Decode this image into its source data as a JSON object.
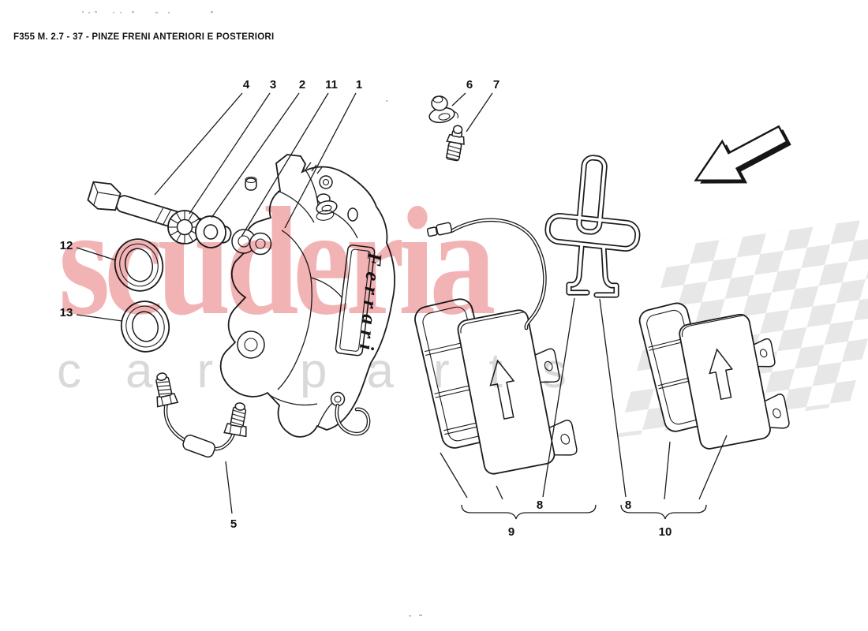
{
  "header": {
    "title": "F355 M. 2.7 - 37 - PINZE FRENI ANTERIORI E POSTERIORI"
  },
  "watermark": {
    "word_primary": "scuderia",
    "word_secondary_1": "car",
    "word_secondary_2": "parts",
    "primary_color": "#f2b3b5",
    "secondary_color": "#d9d9d9",
    "checker_color": "#e7e7e7"
  },
  "diagram": {
    "line_color": "#1c1c1c",
    "caliper_logo_text": "Ferrari",
    "callouts": [
      {
        "label": "4"
      },
      {
        "label": "3"
      },
      {
        "label": "2"
      },
      {
        "label": "11"
      },
      {
        "label": "1"
      },
      {
        "label": "6"
      },
      {
        "label": "7"
      },
      {
        "label": "12"
      },
      {
        "label": "13"
      },
      {
        "label": "5"
      },
      {
        "label": "8"
      },
      {
        "label": "9"
      },
      {
        "label": "8"
      },
      {
        "label": "10"
      }
    ]
  }
}
